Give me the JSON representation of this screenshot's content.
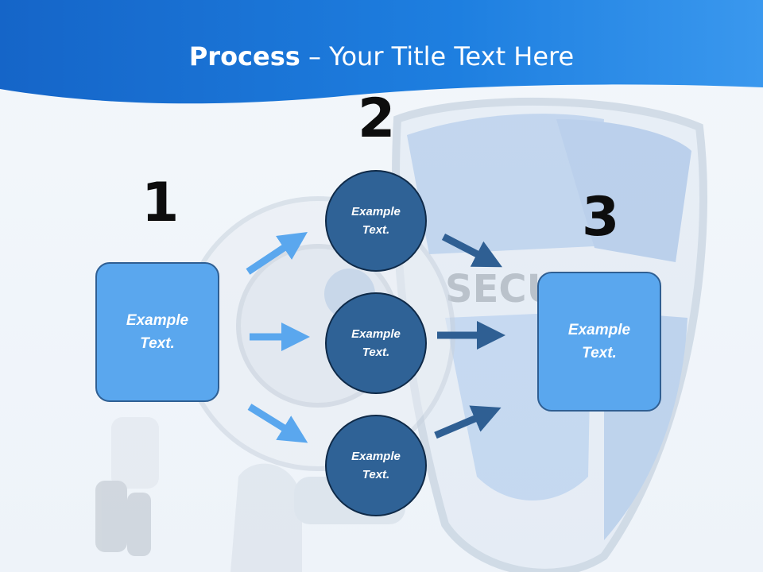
{
  "title": {
    "bold": "Process",
    "rest": " – Your Title Text Here"
  },
  "steps": {
    "one": {
      "number": "1",
      "line1": "Example",
      "line2": "Text."
    },
    "two": {
      "number": "2",
      "items": [
        {
          "line1": "Example",
          "line2": "Text."
        },
        {
          "line1": "Example",
          "line2": "Text."
        },
        {
          "line1": "Example",
          "line2": "Text."
        }
      ]
    },
    "three": {
      "number": "3",
      "line1": "Example",
      "line2": "Text."
    }
  },
  "colors": {
    "header_blue": "#1d78d8",
    "box_fill": "#5aa7ee",
    "circle_fill": "#2f6296",
    "arrow_light": "#5aa7ee",
    "arrow_dark": "#2f5f93"
  }
}
